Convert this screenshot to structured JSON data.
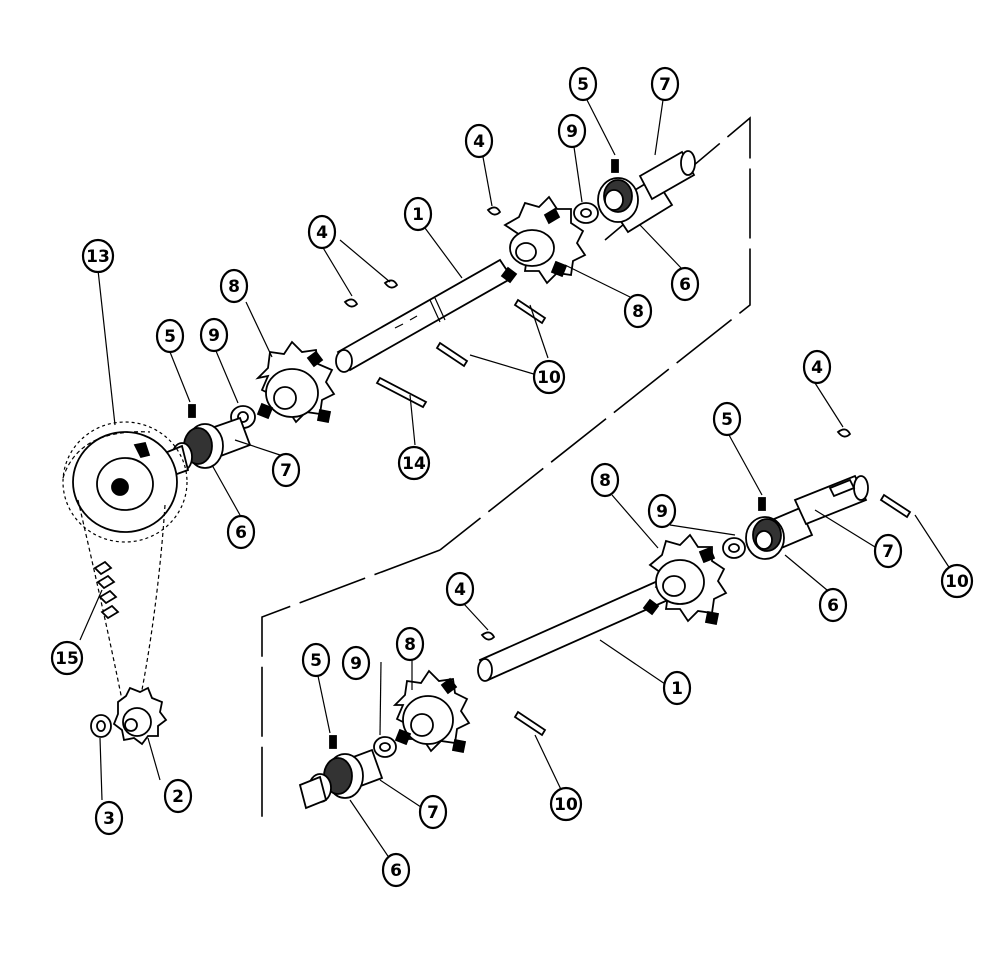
{
  "diagram": {
    "callouts": [
      {
        "id": "c1a",
        "label": "1"
      },
      {
        "id": "c1b",
        "label": "1"
      },
      {
        "id": "c2",
        "label": "2"
      },
      {
        "id": "c3",
        "label": "3"
      },
      {
        "id": "c4a",
        "label": "4"
      },
      {
        "id": "c4b",
        "label": "4"
      },
      {
        "id": "c4c",
        "label": "4"
      },
      {
        "id": "c4d",
        "label": "4"
      },
      {
        "id": "c5a",
        "label": "5"
      },
      {
        "id": "c5b",
        "label": "5"
      },
      {
        "id": "c5c",
        "label": "5"
      },
      {
        "id": "c5d",
        "label": "5"
      },
      {
        "id": "c6a",
        "label": "6"
      },
      {
        "id": "c6b",
        "label": "6"
      },
      {
        "id": "c6c",
        "label": "6"
      },
      {
        "id": "c6d",
        "label": "6"
      },
      {
        "id": "c7a",
        "label": "7"
      },
      {
        "id": "c7b",
        "label": "7"
      },
      {
        "id": "c7c",
        "label": "7"
      },
      {
        "id": "c7d",
        "label": "7"
      },
      {
        "id": "c8a",
        "label": "8"
      },
      {
        "id": "c8b",
        "label": "8"
      },
      {
        "id": "c8c",
        "label": "8"
      },
      {
        "id": "c8d",
        "label": "8"
      },
      {
        "id": "c9a",
        "label": "9"
      },
      {
        "id": "c9b",
        "label": "9"
      },
      {
        "id": "c9c",
        "label": "9"
      },
      {
        "id": "c9d",
        "label": "9"
      },
      {
        "id": "c10a",
        "label": "10"
      },
      {
        "id": "c10b",
        "label": "10"
      },
      {
        "id": "c10c",
        "label": "10"
      },
      {
        "id": "c13",
        "label": "13"
      },
      {
        "id": "c14",
        "label": "14"
      },
      {
        "id": "c15",
        "label": "15"
      }
    ]
  }
}
